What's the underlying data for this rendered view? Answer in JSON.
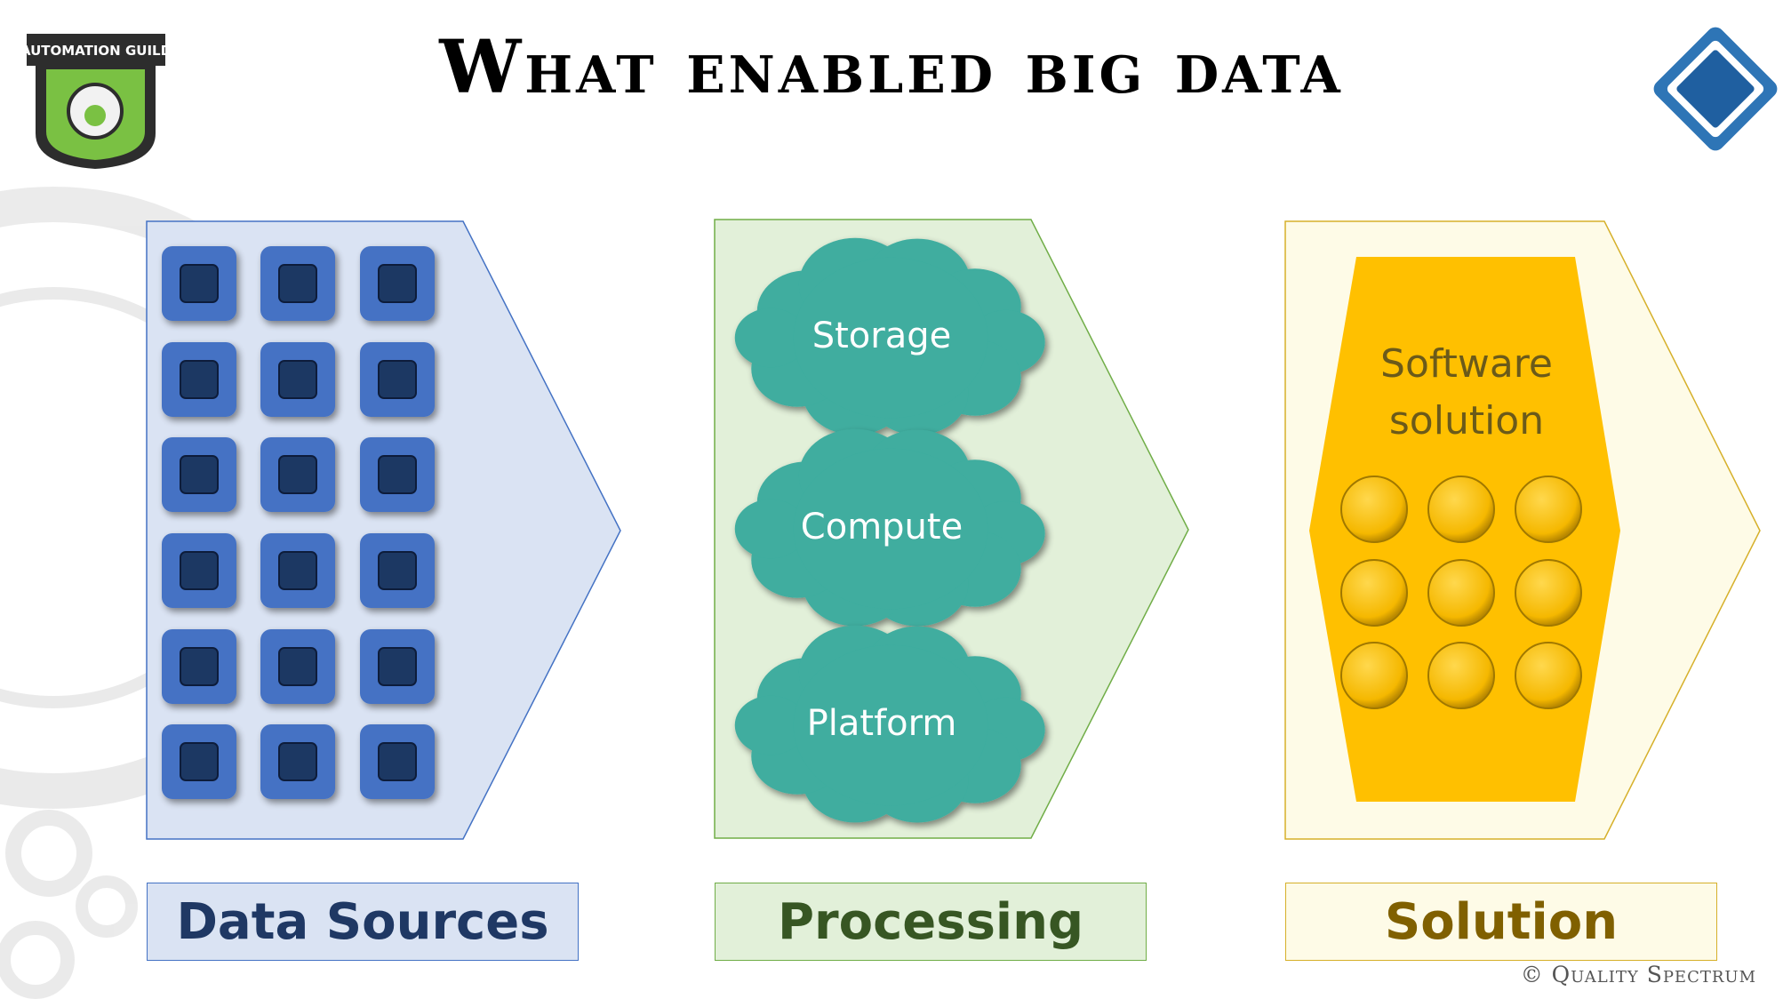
{
  "slide": {
    "title": "What enabled big data",
    "copyright": "© Quality Spectrum"
  },
  "logos": {
    "left": {
      "icon": "automation-guild-logo-icon",
      "text": "AUTOMATION GUILD"
    },
    "right": {
      "icon": "quality-spectrum-logo-icon"
    }
  },
  "stages": [
    {
      "label": "Data Sources",
      "fill": "#dae3f3",
      "border": "#4472c4",
      "text_color": "#1f3864"
    },
    {
      "label": "Processing",
      "fill": "#e2f0d9",
      "border": "#70ad47",
      "text_color": "#375623"
    },
    {
      "label": "Solution",
      "fill": "#fefbe7",
      "border": "#d6b02a",
      "text_color": "#806000"
    }
  ],
  "data_sources": {
    "icon": "database-chip-icon",
    "rows": 6,
    "cols": 3,
    "tile_color": "#4472c4",
    "core_color": "#1f3864"
  },
  "processing": {
    "clouds": [
      {
        "label": "Storage"
      },
      {
        "label": "Compute"
      },
      {
        "label": "Platform"
      }
    ],
    "cloud_color": "#3fad9f"
  },
  "solution": {
    "label_line1": "Software",
    "label_line2": "solution",
    "hexagon_color": "#ffc000",
    "circle_color": "#ffc000",
    "circle_icon": "component-circle-icon",
    "circles": 9
  }
}
